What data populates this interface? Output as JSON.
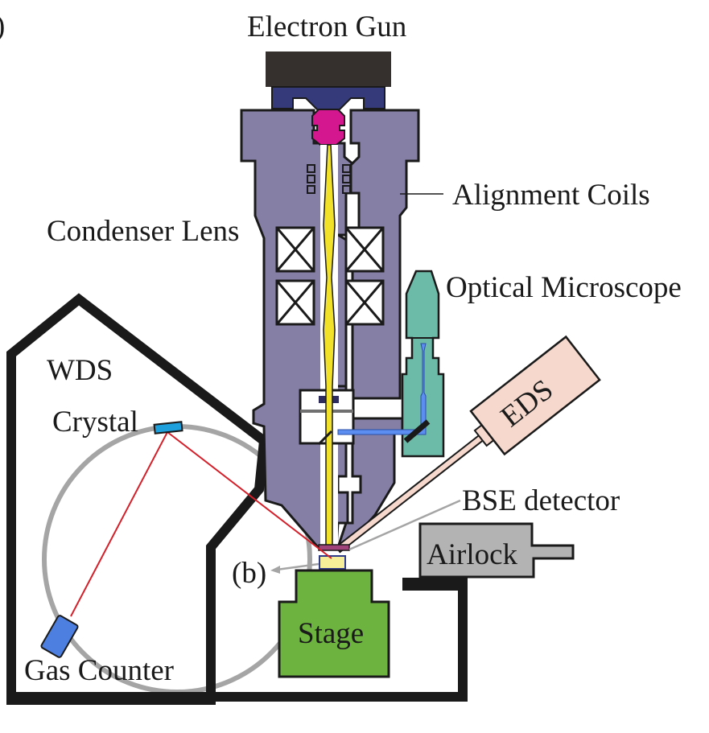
{
  "figure": {
    "panel_label": ")",
    "title": "Electron Gun",
    "labels": {
      "electron_gun": "Electron Gun",
      "alignment_coils": "Alignment Coils",
      "condenser_lens": "Condenser Lens",
      "optical_microscope": "Optical Microscope",
      "wds": "WDS",
      "crystal": "Crystal",
      "eds": "EDS",
      "bse_detector": "BSE detector",
      "airlock": "Airlock",
      "inset_ref": "(b)",
      "stage": "Stage",
      "gas_counter": "Gas Counter"
    },
    "colors": {
      "column": "#857fa6",
      "gun_cap": "#35302e",
      "gun_base": "#353a7a",
      "filament": "#d4168f",
      "beam": "#f1e12a",
      "optical_microscope": "#6cbaa8",
      "light_path": "#5b8ef0",
      "eds": "#f6d8cc",
      "airlock": "#b3b3b3",
      "stage": "#6cb33f",
      "sample": "#f7ee9a",
      "bse": "#a0437a",
      "crystal": "#1ea0dc",
      "gas_counter": "#4c7fe0",
      "rowland_circle": "#a5a5a5",
      "xray_path": "#d4202a",
      "chamber_wall": "#1a1a1a"
    }
  }
}
